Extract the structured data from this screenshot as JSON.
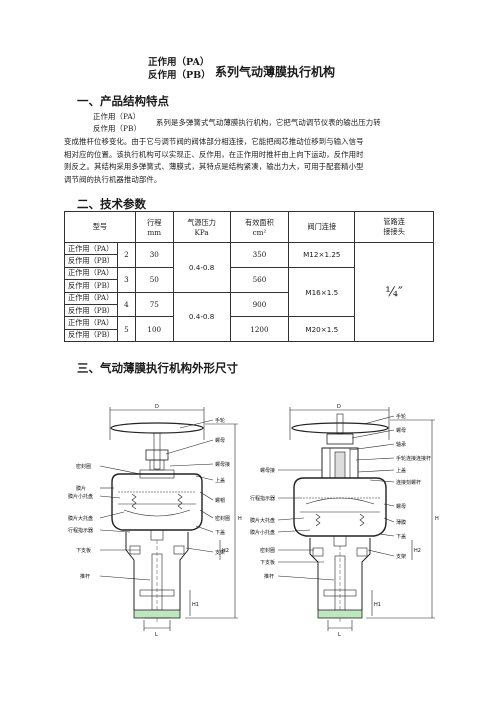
{
  "title": {
    "line1": "正作用（PA）",
    "line2": "反作用（PB）",
    "main": "系列气动薄膜执行机构"
  },
  "sections": {
    "s1": "一、产品结构特点",
    "s2": "二、技术参数",
    "s3": "三、气动薄膜执行机构外形尺寸"
  },
  "intro": {
    "pa": "正作用（PA）",
    "pb": "反作用（PB）",
    "first": "系列是多弹簧式气动薄膜执行机构，它把气动调节仪表的输出压力转",
    "lines": [
      "变成推杆位移变化。由于它与调节阀的阀体部分相连接，它能把阀芯推动位移到与输入信号",
      "相对应的位置。该执行机构可以实现正、反作用，在正作用时推杆由上向下运动，反作用时",
      "则反之。其结构采用多弹簧式、薄膜式，其特点是结构紧凑，输出力大，可用于配套精小型",
      "调节阀的执行机器推动部件。"
    ]
  },
  "table": {
    "headers": {
      "model": "型号",
      "stroke": "行程",
      "stroke_unit": "mm",
      "air": "气源压力",
      "air_unit": "KPa",
      "area": "有效面积",
      "area_unit": "cm²",
      "valve": "阀门连接",
      "pipe": "管路连",
      "pipe2": "接接头"
    },
    "pa": "正作用（PA）",
    "pb": "反作用（PB）",
    "rows": [
      {
        "no": "2",
        "stroke": "30",
        "area": "350"
      },
      {
        "no": "3",
        "stroke": "50",
        "area": "560"
      },
      {
        "no": "4",
        "stroke": "75",
        "area": "900"
      },
      {
        "no": "5",
        "stroke": "100",
        "area": "1200"
      }
    ],
    "air1": "0.4-0.8",
    "air2": "0.4-0.8",
    "valve1": "M12×1.25",
    "valve2": "M16×1.5",
    "valve3": "M20×1.5",
    "pipe_value": "¼″"
  },
  "drawing": {
    "left": {
      "dim_d": "D",
      "dim_h": "H",
      "dim_h2": "H2",
      "dim_h1": "H1",
      "dim_l": "L",
      "labels_right": [
        "手轮",
        "螺母",
        "螺母接",
        "上盖",
        "螺帽",
        "密封圈",
        "下盖",
        "支架"
      ],
      "labels_left": [
        "密封圈",
        "膜片",
        "膜片小托盘",
        "膜片大托盘",
        "行程指示器",
        "下支板",
        "推杆"
      ]
    },
    "right": {
      "dim_d": "D",
      "dim_h": "H",
      "dim_h2": "H2",
      "dim_h1": "H1",
      "dim_l": "L",
      "labels_right": [
        "手轮",
        "螺母",
        "轴承",
        "手轮连接连接杆",
        "上盖",
        "连接刻螺杆",
        "螺母",
        "薄膜",
        "下盖",
        "支架"
      ],
      "labels_left": [
        "螺母接",
        "行程指示器",
        "膜片大托盘",
        "膜片小托盘",
        "密封圈",
        "下支板",
        "推杆"
      ]
    }
  }
}
